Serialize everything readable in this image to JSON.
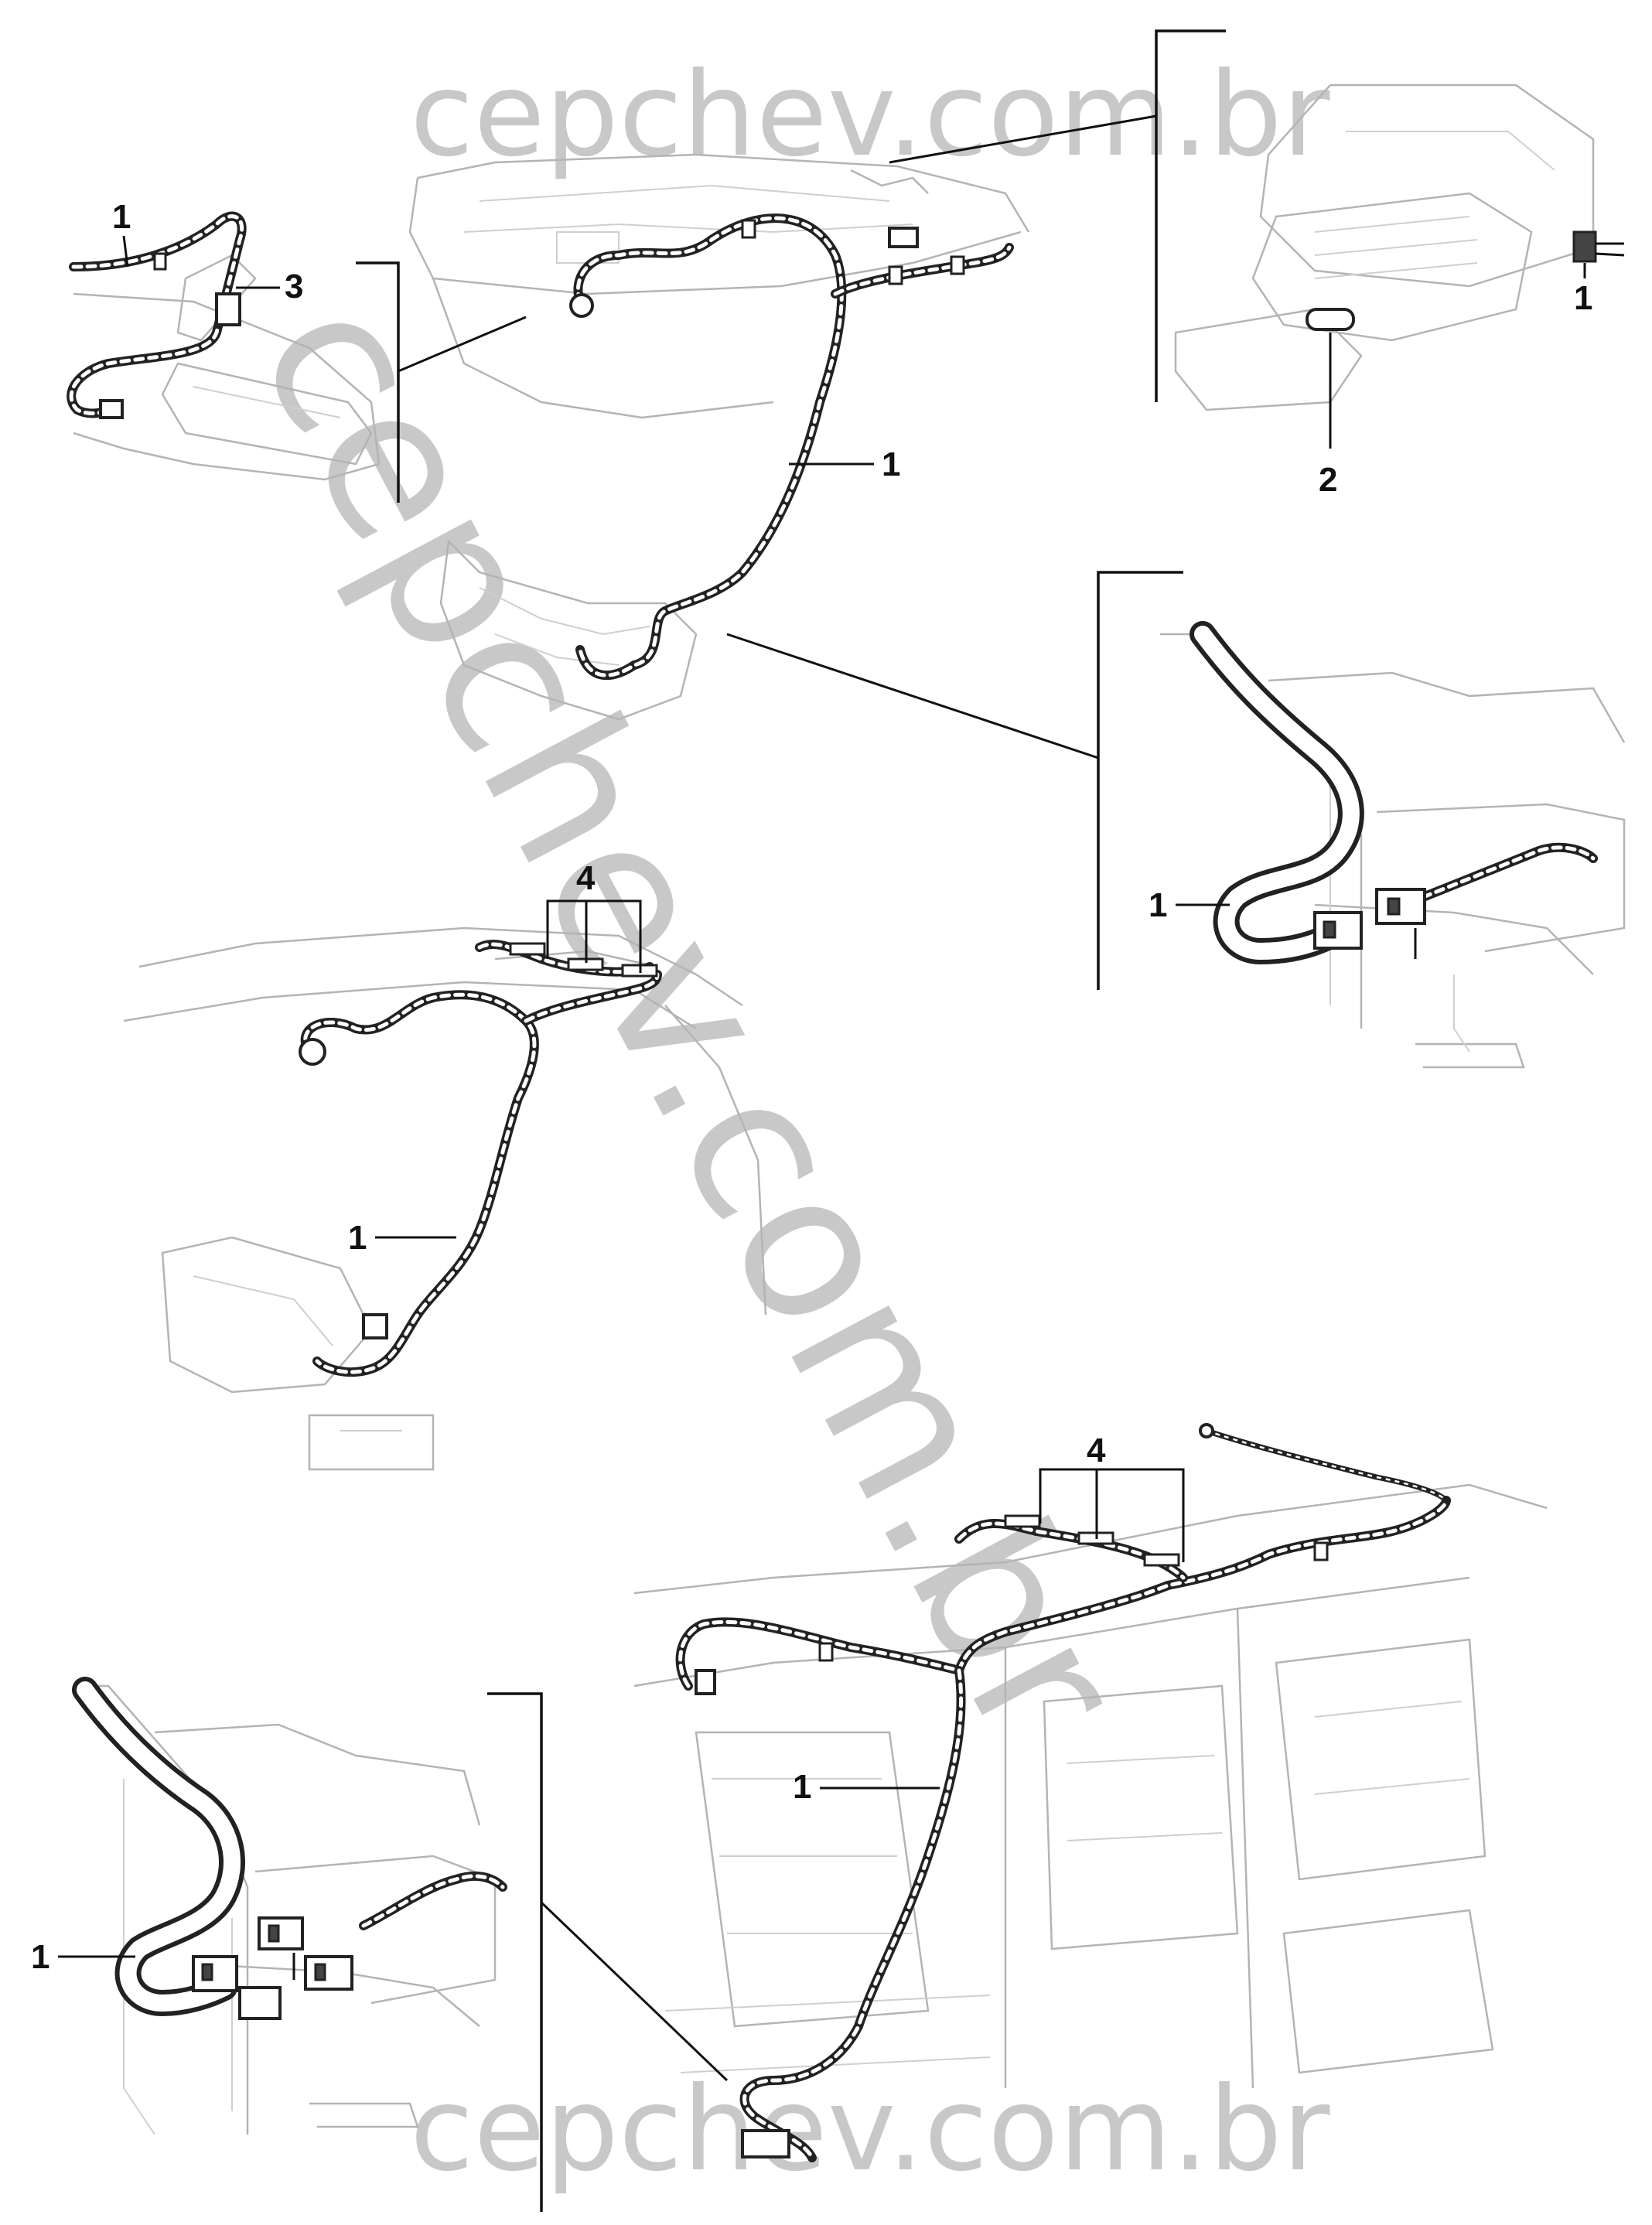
{
  "watermark": {
    "top": "cepchev.com.br",
    "bottom": "cepchev.com.br",
    "diagonal": "cepchev.com.br"
  },
  "callouts": {
    "c1": "1",
    "c2": "1",
    "c3": "3",
    "c4": "1",
    "c5": "2",
    "c6": "1",
    "c7": "4",
    "c8": "1",
    "c9": "1",
    "c10": "4",
    "c11": "1",
    "c12": "1"
  },
  "colors": {
    "line": "#111111",
    "harness": "#222222",
    "sketch": "#b4b4b4",
    "watermark": "#c8c8c8"
  }
}
